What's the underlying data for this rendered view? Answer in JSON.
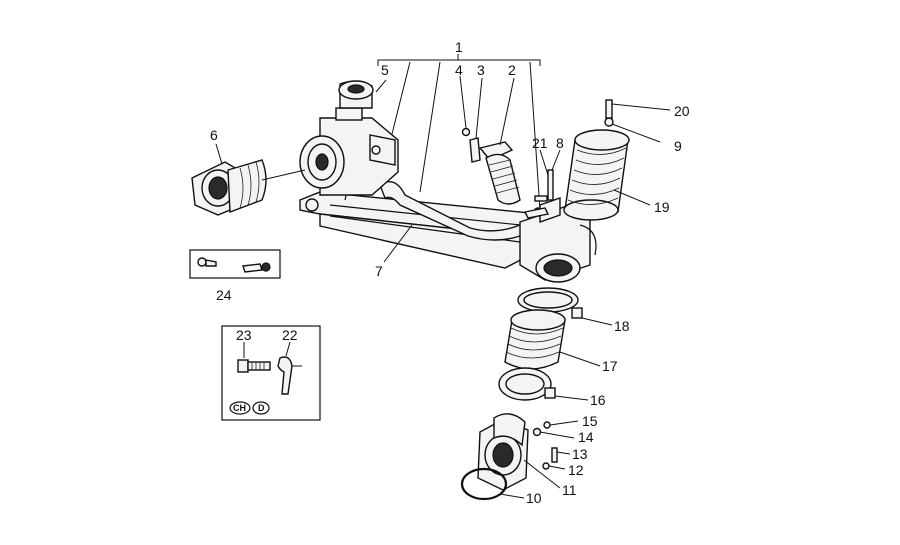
{
  "callouts": {
    "c1": "1",
    "c2": "2",
    "c3": "3",
    "c4": "4",
    "c5": "5",
    "c6": "6",
    "c7": "7",
    "c8": "8",
    "c9": "9",
    "c10": "10",
    "c11": "11",
    "c12": "12",
    "c13": "13",
    "c14": "14",
    "c15": "15",
    "c16": "16",
    "c17": "17",
    "c18": "18",
    "c19": "19",
    "c20": "20",
    "c21": "21",
    "c22": "22",
    "c23": "23",
    "c24": "24"
  },
  "badges": {
    "ch": "CH",
    "d": "D"
  },
  "colors": {
    "ink": "#111111",
    "paper": "#ffffff"
  }
}
